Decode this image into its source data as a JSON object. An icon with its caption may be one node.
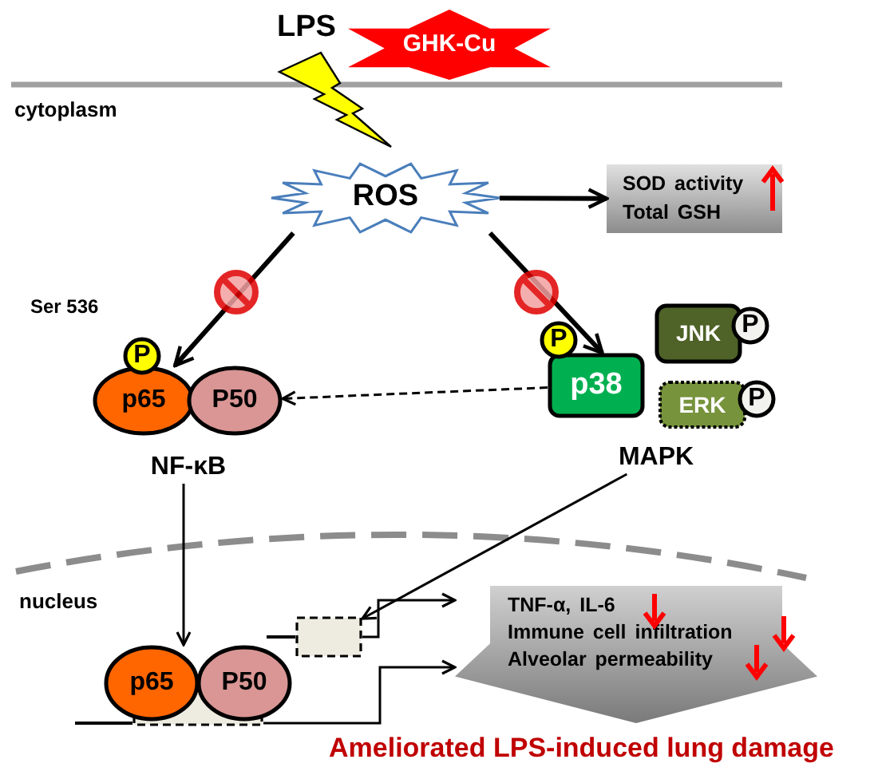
{
  "diagram": {
    "nodes": [
      {
        "text": [
          "LPS"
        ]
      },
      {
        "text": [
          "GHK-Cu"
        ]
      },
      {
        "text": [
          "ROS"
        ]
      },
      {
        "text": [
          "SOD activity",
          "Total GSH"
        ]
      },
      {
        "text": [
          "p65"
        ]
      },
      {
        "text": [
          "P50"
        ]
      },
      {
        "text": [
          "P"
        ],
        "beside": [
          "Ser 536"
        ]
      },
      {
        "text": [
          "NF-κB"
        ]
      },
      {
        "text": [
          "p38"
        ]
      },
      {
        "text": [
          "P"
        ]
      },
      {
        "text": [
          "JNK"
        ]
      },
      {
        "text": [
          "P"
        ]
      },
      {
        "text": [
          "ERK"
        ]
      },
      {
        "text": [
          "P"
        ]
      },
      {
        "text": [
          "MAPK"
        ]
      },
      {
        "text": [],
        "shape": "box"
      },
      {
        "text": [
          "p65"
        ]
      },
      {
        "text": [
          "P50"
        ]
      },
      {
        "text": [],
        "shape": "box"
      },
      {
        "text": [
          "TNF-α, IL-6",
          "Immune cell infiltration",
          "Alveolar permeability"
        ]
      }
    ],
    "edges": [
      {
        "from": 2,
        "to": 3,
        "arrow": "to",
        "style": "thick"
      },
      {
        "from": 2,
        "to": 4,
        "arrow": "to",
        "style": "thick"
      },
      {
        "from": 2,
        "to": 8,
        "arrow": "to",
        "style": "thick"
      },
      {
        "from": 8,
        "to": 5,
        "arrow": "to",
        "style": "dashed"
      },
      {
        "from": 7,
        "to": 16,
        "arrow": "to"
      },
      {
        "from": 14,
        "to": 15,
        "arrow": "to"
      },
      {
        "from": 15,
        "to": 19,
        "arrow": "to"
      },
      {
        "from": 18,
        "to": 19,
        "arrow": "to"
      }
    ],
    "labels": [
      "cytoplasm",
      "nucleus",
      "Ameliorated LPS-induced lung damage"
    ]
  }
}
